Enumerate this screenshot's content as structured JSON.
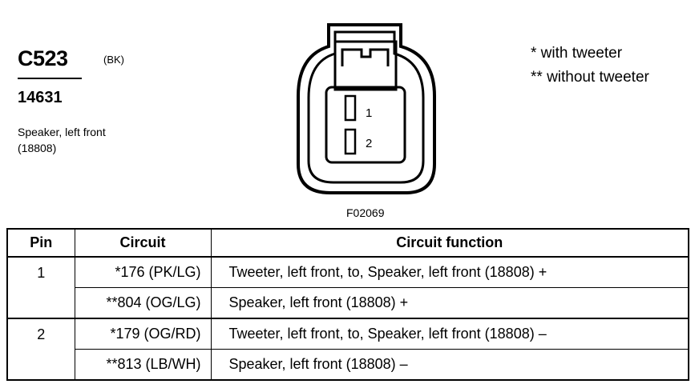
{
  "header": {
    "connector_id": "C523",
    "connector_color": "(BK)",
    "part_number": "14631",
    "description_line1": "Speaker, left front",
    "description_line2": "(18808)"
  },
  "notes": {
    "with_tweeter": "* with tweeter",
    "without_tweeter": "** without tweeter"
  },
  "diagram": {
    "figure_code": "F02069",
    "pin_labels": [
      "1",
      "2"
    ]
  },
  "table": {
    "headers": {
      "pin": "Pin",
      "circuit": "Circuit",
      "function": "Circuit function"
    },
    "groups": [
      {
        "pin": "1",
        "rows": [
          {
            "circuit": "*176 (PK/LG)",
            "function": "Tweeter, left front, to, Speaker, left front (18808) +"
          },
          {
            "circuit": "**804 (OG/LG)",
            "function": "Speaker, left front (18808) +"
          }
        ]
      },
      {
        "pin": "2",
        "rows": [
          {
            "circuit": "*179 (OG/RD)",
            "function": "Tweeter, left front, to, Speaker, left front (18808) –"
          },
          {
            "circuit": "**813 (LB/WH)",
            "function": "Speaker, left front (18808) –"
          }
        ]
      }
    ]
  }
}
